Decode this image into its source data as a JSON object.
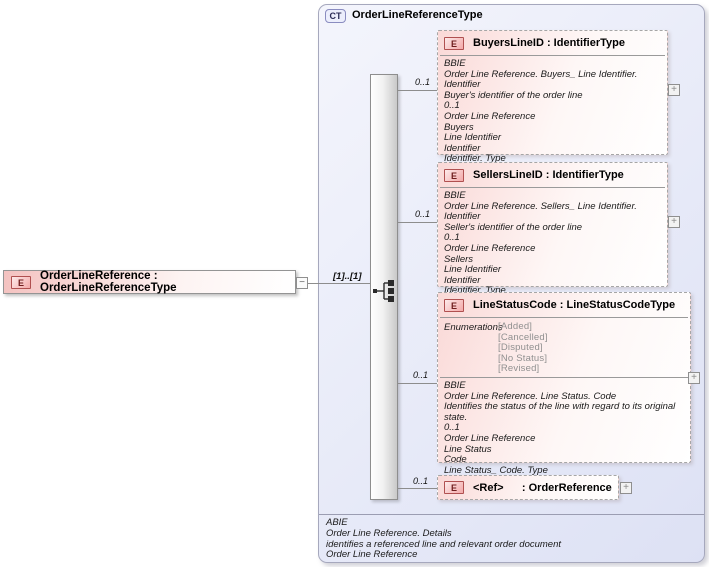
{
  "icons": {
    "element_badge": "E",
    "complex_type_badge": "CT",
    "collapse": "−",
    "expand": "+"
  },
  "colors": {
    "element_fill": "#f7cdcb",
    "complex_type_fill": "#e7eaf8",
    "enumeration_text": "#909090"
  },
  "root_element": {
    "label": "OrderLineReference : OrderLineReferenceType"
  },
  "connectors": {
    "root_cardinality": "[1]..[1]",
    "child_cardinalities": [
      "0..1",
      "0..1",
      "0..1",
      "0..1"
    ]
  },
  "complex_type": {
    "badge": "CT",
    "title": "OrderLineReferenceType",
    "footer_lines": [
      "ABIE",
      "Order Line Reference. Details",
      "identifies a referenced line and relevant order document",
      "Order Line Reference"
    ]
  },
  "children": [
    {
      "title": "BuyersLineID : IdentifierType",
      "cardinality": "0..1",
      "doc_lines": [
        "BBIE",
        "Order Line Reference. Buyers_ Line Identifier. Identifier",
        "Buyer's identifier of the order line",
        "0..1",
        "Order Line Reference",
        "Buyers",
        "Line Identifier",
        "Identifier",
        "Identifier. Type"
      ]
    },
    {
      "title": "SellersLineID : IdentifierType",
      "cardinality": "0..1",
      "doc_lines": [
        "BBIE",
        "Order Line Reference. Sellers_ Line Identifier. Identifier",
        "Seller's identifier of the order line",
        "0..1",
        "Order Line Reference",
        "Sellers",
        "Line Identifier",
        "Identifier",
        "Identifier. Type"
      ]
    },
    {
      "title": "LineStatusCode : LineStatusCodeType",
      "cardinality": "0..1",
      "enumerations_label": "Enumerations",
      "enumerations": [
        "[Added]",
        "[Cancelled]",
        "[Disputed]",
        "[No Status]",
        "[Revised]"
      ],
      "doc_lines": [
        "BBIE",
        "Order Line Reference. Line Status. Code",
        "Identifies the status of the line with regard to its original state.",
        "0..1",
        "Order Line Reference",
        "Line Status",
        "Code",
        "Line Status_ Code. Type"
      ]
    },
    {
      "title": "<Ref>      : OrderReference",
      "cardinality": "0..1"
    }
  ]
}
